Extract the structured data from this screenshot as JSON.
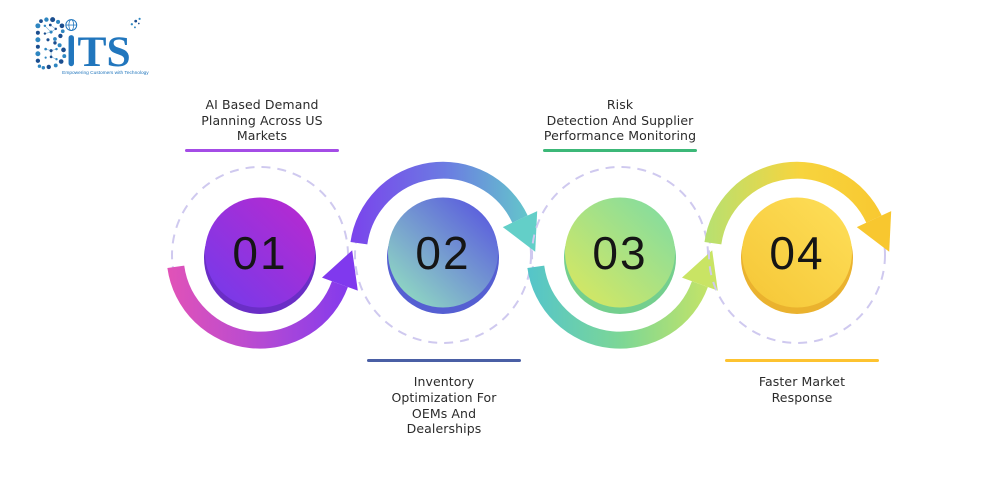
{
  "logo": {
    "name": "BiTS",
    "letters": "TS",
    "tagline": "Empowering Customers with Technology",
    "color": "#2176bd",
    "dot_color_dark": "#1b4e8f",
    "dot_color_light": "#2e86c1"
  },
  "colors": {
    "background": "#ffffff",
    "dashed_ring": "#cfc9ef",
    "number": "#151515",
    "label_text": "#2b2b2b"
  },
  "steps": [
    {
      "number": "01",
      "label": "AI Based Demand\nPlanning Across US\nMarkets",
      "label_position": "above",
      "line_color": "#a44ce6",
      "circle": {
        "from": "#b22bd2",
        "to": "#7a39e8",
        "shade": "#6a2ec6"
      },
      "arrow": {
        "from": "#e052b8",
        "mid": "#b44ad4",
        "to": "#8039ee"
      }
    },
    {
      "number": "02",
      "label": "Inventory\nOptimization For\nOEMs And\nDealerships",
      "label_position": "below",
      "line_color": "#4a5fa5",
      "circle": {
        "from": "#5c60dd",
        "to": "#8ed6c3",
        "shade": "#555fd2"
      },
      "arrow": {
        "from": "#7a45ec",
        "mid": "#6b7be2",
        "to": "#63cfc8"
      }
    },
    {
      "number": "03",
      "label": "Risk\nDetection And Supplier\nPerformance Monitoring",
      "label_position": "above",
      "line_color": "#3cb878",
      "circle": {
        "from": "#88dd9c",
        "to": "#d2e765",
        "shade": "#74cf8e"
      },
      "arrow": {
        "from": "#55c5c9",
        "mid": "#7dd795",
        "to": "#c9e464"
      }
    },
    {
      "number": "04",
      "label": "Faster Market\nResponse",
      "label_position": "below",
      "line_color": "#fdc330",
      "circle": {
        "from": "#fddc55",
        "to": "#f6c93a",
        "shade": "#eab22e"
      },
      "arrow": {
        "from": "#b8e070",
        "mid": "#f7d43e",
        "to": "#f8c72f"
      }
    }
  ]
}
